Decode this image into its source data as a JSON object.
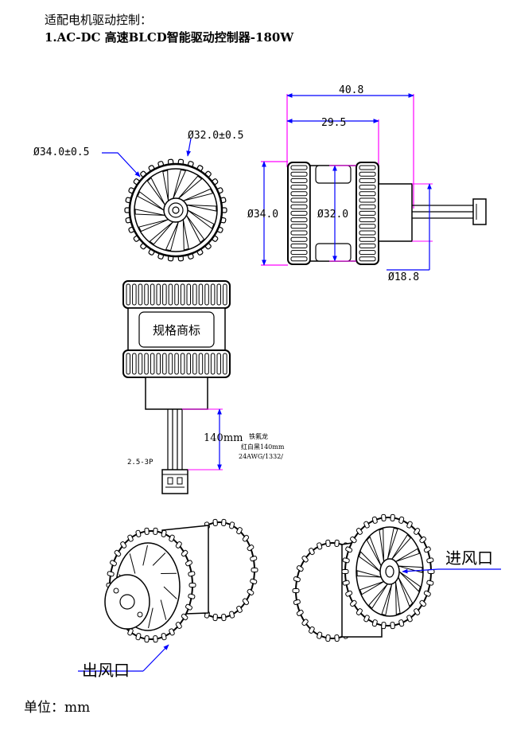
{
  "header": {
    "heading": "适配电机驱动控制：",
    "product_line": "1.AC-DC  高速BLCD智能驱动控制器-180W"
  },
  "front_view": {
    "outer_diameter_label": "Ø34.0±0.5",
    "inner_diameter_label": "Ø32.0±0.5"
  },
  "side_view": {
    "overall_length": "40.8",
    "body_length": "29.5",
    "outer_diameter": "Ø34.0",
    "inner_diameter": "Ø32.0",
    "hub_diameter": "Ø18.8"
  },
  "top_view": {
    "label_plate_text": "规格商标",
    "lead_length": "140mm",
    "connector": "2.5-3P",
    "wire_note_line1": "铁氟龙",
    "wire_note_line2": "红白黑140mm",
    "wire_note_line3": "24AWG/1332/"
  },
  "iso_views": {
    "outlet_label": "出风口",
    "inlet_label": "进风口"
  },
  "footer": {
    "unit_label": "单位：mm"
  },
  "colors": {
    "dimension_lines": "#ff00ff",
    "leader_lines": "#0000ff",
    "outline": "#000000"
  }
}
